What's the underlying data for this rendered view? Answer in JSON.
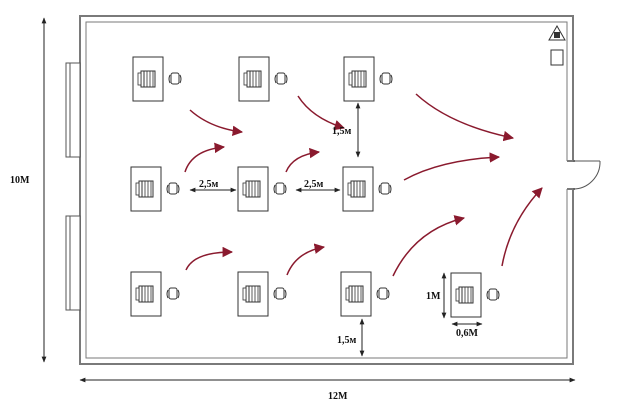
{
  "dimensions": {
    "height_label": "10M",
    "width_label": "12M",
    "desk_gap_horizontal_1": "2,5м",
    "desk_gap_horizontal_2": "2,5м",
    "row_gap_upper": "1,5м",
    "row_gap_lower": "1,5м",
    "desk_depth": "1M",
    "desk_width": "0,6M"
  },
  "workstations": [
    {
      "row": 1,
      "col": 1
    },
    {
      "row": 1,
      "col": 2
    },
    {
      "row": 1,
      "col": 3
    },
    {
      "row": 2,
      "col": 1
    },
    {
      "row": 2,
      "col": 2
    },
    {
      "row": 2,
      "col": 3
    },
    {
      "row": 3,
      "col": 1
    },
    {
      "row": 3,
      "col": 2
    },
    {
      "row": 3,
      "col": 3
    },
    {
      "row": 3,
      "col": 4
    }
  ],
  "icons": [
    "fire-extinguisher-icon",
    "wall-panel-icon",
    "door-swing-icon",
    "window-icon"
  ],
  "colors": {
    "wall": "#7a7a7a",
    "wall_inner": "#ffffff",
    "evacuation_arrow": "#8a1a2e",
    "dimension_line": "#222222"
  }
}
